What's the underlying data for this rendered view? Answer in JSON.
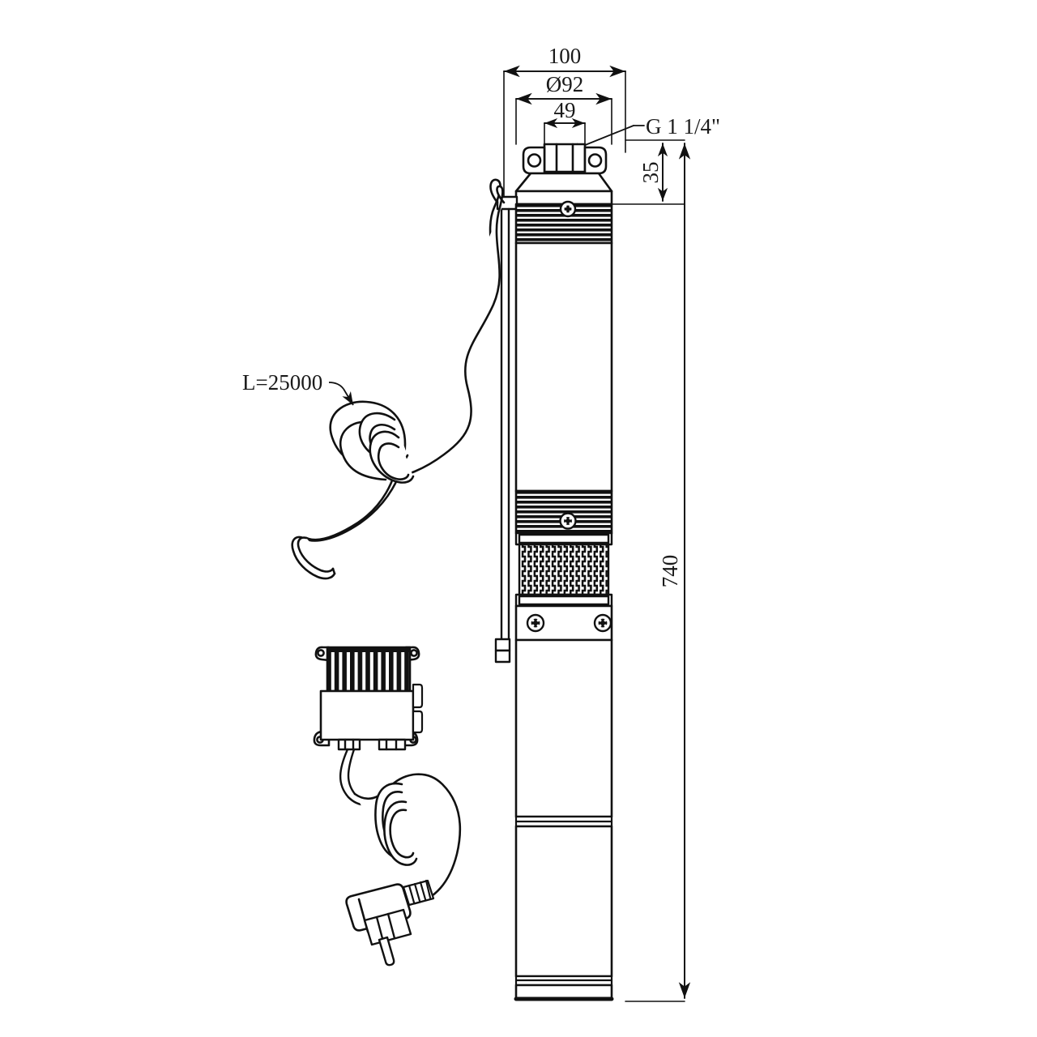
{
  "drawing": {
    "title": "Submersible borehole pump technical drawing",
    "line_color": "#111111",
    "background": "#ffffff",
    "units": "mm"
  },
  "dimensions": {
    "outer_width": "100",
    "body_diameter": "Ø92",
    "hex_width": "49",
    "head_height": "35",
    "total_length": "740",
    "cable_length_label": "L=25000",
    "thread_spec": "G 1 1/4\""
  },
  "labels": {
    "width_100": "100",
    "diameter_92": "Ø92",
    "hex_49": "49",
    "height_35": "35",
    "length_740": "740",
    "cable": "L=25000",
    "thread": "G 1 1/4\""
  },
  "parts": {
    "pump": "submersible-pump-body",
    "discharge_fitting": "threaded-discharge-hex-fitting",
    "mounting_lugs": "mounting-lugs-with-holes",
    "upper_fin_band": "upper-finned-band",
    "lower_fin_band": "lower-finned-band",
    "intake_screen": "intake-mesh-screen",
    "screw_band": "screw-retainer-band",
    "motor_section": "motor-section",
    "cable_guard": "cable-guard-strip",
    "power_cable": "power-cable-coil",
    "control_box": "motor-control-box",
    "control_box_fins": "control-box-cooling-fins",
    "mains_cord": "mains-cord-coil",
    "mains_plug": "schuko-mains-plug"
  }
}
